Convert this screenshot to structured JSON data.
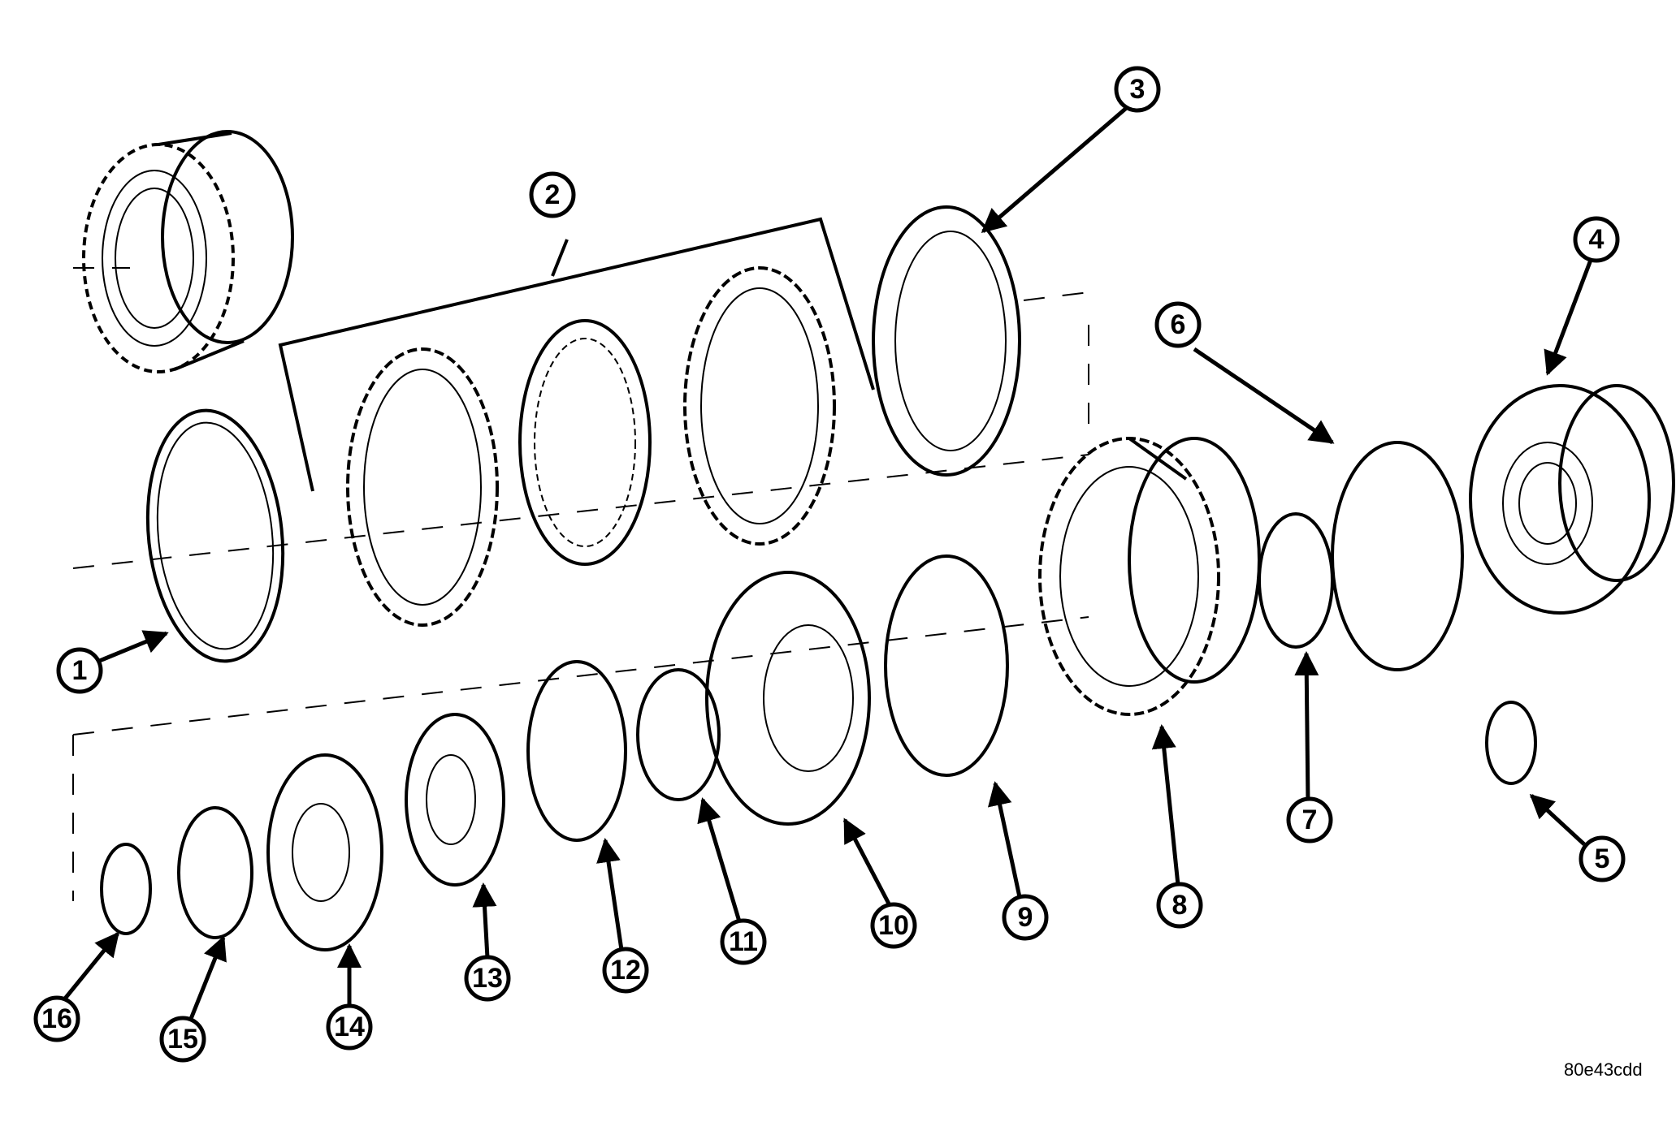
{
  "callouts": [
    "1",
    "2",
    "3",
    "4",
    "5",
    "6",
    "7",
    "8",
    "9",
    "10",
    "11",
    "12",
    "13",
    "14",
    "15",
    "16"
  ],
  "figure_ref": "80e43cdd"
}
